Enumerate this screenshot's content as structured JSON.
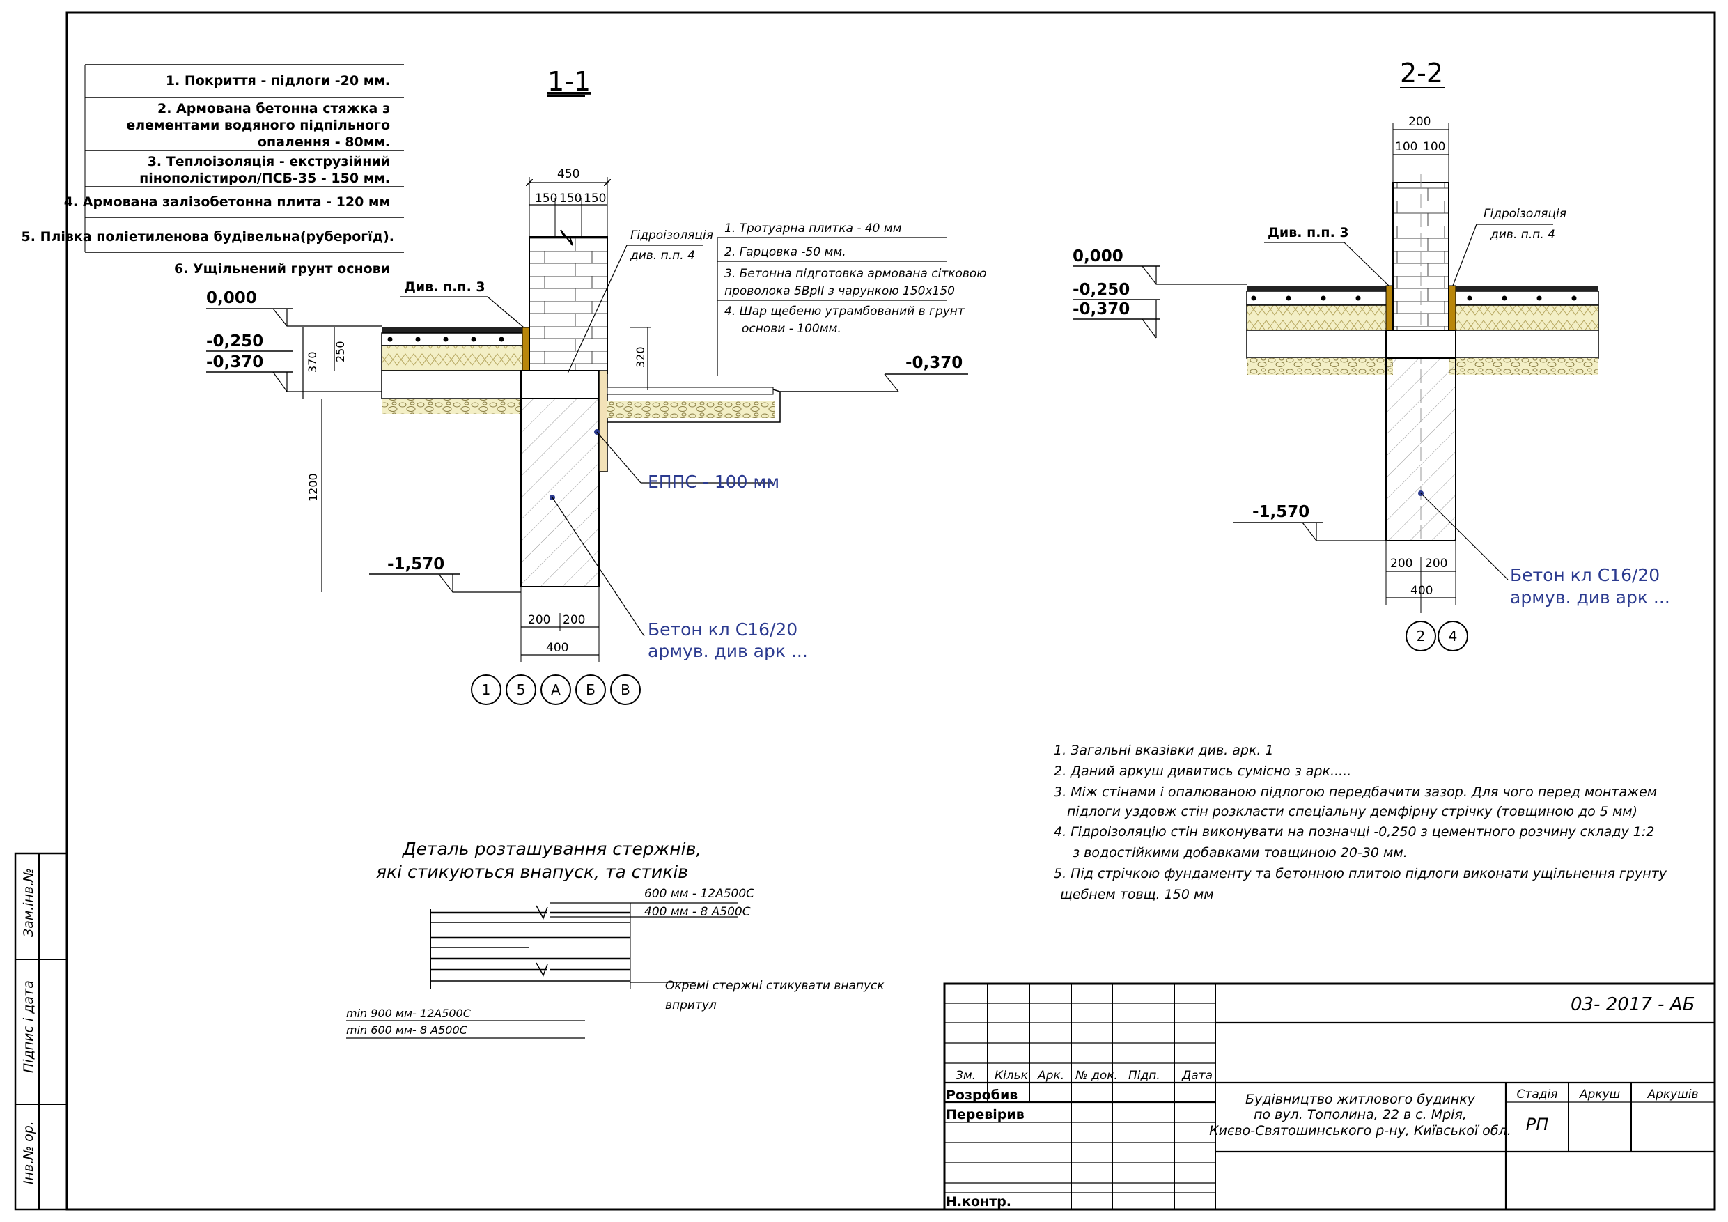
{
  "section_11": {
    "title": "1-1",
    "layers": [
      "1. Покриття - підлоги -20 мм.",
      "2. Армована бетонна стяжка з",
      "елементами водяного підпільного",
      "опалення - 80мм.",
      "3. Теплоізоляція - екструзійний",
      "пінополістирол/ПСБ-35 - 150 мм.",
      "4. Армована залізобетонна плита  - 120 мм",
      "5. Плівка поліетиленова будівельна(руберогїд).",
      "6. Ущільнений грунт основи"
    ],
    "pavement_layers": [
      "1. Тротуарна плитка - 40 мм",
      "2. Гарцовка  -50 мм.",
      "3. Бетонна підготовка армована сітковою",
      "проволока 5ВрІІ з чарункою 150х150",
      "4.       Шар щебеню утрамбований в грунт",
      "основи - 100мм."
    ],
    "hydro_label_1": "Гідроізоляція",
    "hydro_label_2": "див. п.п. 4",
    "see_pp3": "Див. п.п. 3",
    "levels": [
      "0,000",
      "-0,250",
      "-0,370",
      "-1,570",
      "-0,370"
    ],
    "dims": {
      "top_total": "450",
      "top_parts": [
        "150",
        "150",
        "150"
      ],
      "d250": "250",
      "d370": "370",
      "d320": "320",
      "d1200": "1200",
      "bottom_parts": [
        "200",
        "200"
      ],
      "bottom_total": "400"
    },
    "epps": "ЕППС  - 100 мм",
    "concrete_1": "Бетон кл С16/20",
    "concrete_2": "армув. див арк ...",
    "axes": [
      "1",
      "5",
      "А",
      "Б",
      "В"
    ]
  },
  "section_22": {
    "title": "2-2",
    "hydro_label_1": "Гідроізоляція",
    "hydro_label_2": "див. п.п. 4",
    "see_pp3": "Див. п.п. 3",
    "levels": [
      "0,000",
      "-0,250",
      "-0,370",
      "-1,570"
    ],
    "dims": {
      "top_total": "200",
      "top_parts": [
        "100",
        "100"
      ],
      "bottom_parts": [
        "200",
        "200"
      ],
      "bottom_total": "400"
    },
    "concrete_1": "Бетон кл С16/20",
    "concrete_2": "армув. див арк ...",
    "axes": [
      "2",
      "4"
    ]
  },
  "notes": [
    "1. Загальні вказівки див. арк. 1",
    "2. Даний аркуш дивитись сумісно з арк.....",
    "3. Між стінами і опалюваною підлогою передбачити зазор. Для чого перед монтажем",
    "підлоги уздовж стін розкласти спеціальну демфірну стрічку (товщиною до 5 мм)",
    "4. Гідроізоляцію стін виконувати на позначці -0,250 з цементного розчину складу 1:2",
    "з водостійкими добавками товщиною 20-30 мм.",
    "5. Під стрічкою фундаменту та бетонною плитою підлоги виконати ущільнення грунту",
    "щебнем товщ. 150 мм"
  ],
  "detail": {
    "title_1": "Деталь розташування стержнів,",
    "title_2": "які стикуються внапуск, та стиків",
    "label_600": "600 мм - 12А500С",
    "label_400": "400 мм - 8 А500С",
    "label_separate_1": "Окремі стержні стикувати внапуск",
    "label_separate_2": "впритул",
    "label_min900": "min 900 мм- 12А500С",
    "label_min600": "min 600 мм- 8 А500С"
  },
  "side_stamps": [
    "Зам.інв.№",
    "Підпис і дата",
    "Інв.№ ор."
  ],
  "title_block": {
    "code": "03- 2017 - АБ",
    "headers": [
      "Зм.",
      "Кільк",
      "Арк.",
      "№ док.",
      "Підп.",
      "Дата"
    ],
    "roles": [
      "Розробив",
      "Перевірив",
      "Н.контр."
    ],
    "project": [
      "Будівництво житлового будинку",
      "по вул. Тополина, 22 в с. Мрія,",
      "Києво-Святошинського р-ну, Київської обл."
    ],
    "stage_headers": [
      "Стадія",
      "Аркуш",
      "Аркушів"
    ],
    "stage": "РП"
  },
  "colors": {
    "line": "#000000",
    "blue_text": "#2b3a8f",
    "insulation": "#f3efc6",
    "gravel": "#f3efc6",
    "hydro": "#b8860b",
    "epps_fill": "#f3e2b8"
  }
}
